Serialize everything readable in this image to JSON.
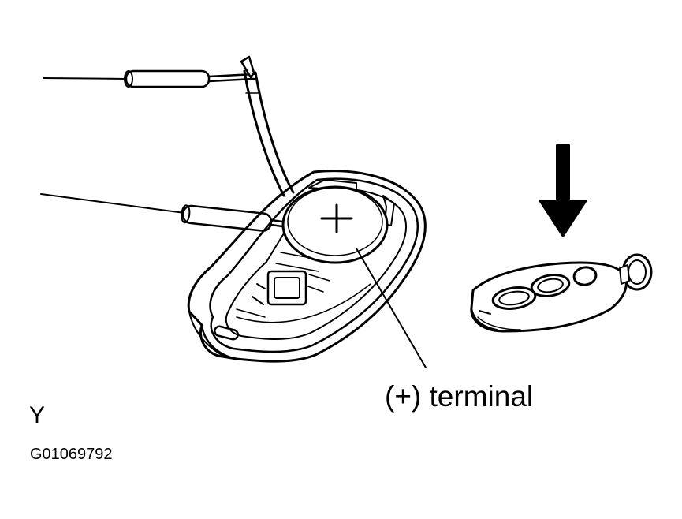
{
  "labels": {
    "terminal": "(+) terminal",
    "view_letter": "Y",
    "figure_code": "G01069792"
  },
  "colors": {
    "ink": "#000000",
    "paper": "#ffffff"
  },
  "icons": {
    "battery_polarity": "plus-sign",
    "direction": "arrow-down"
  }
}
